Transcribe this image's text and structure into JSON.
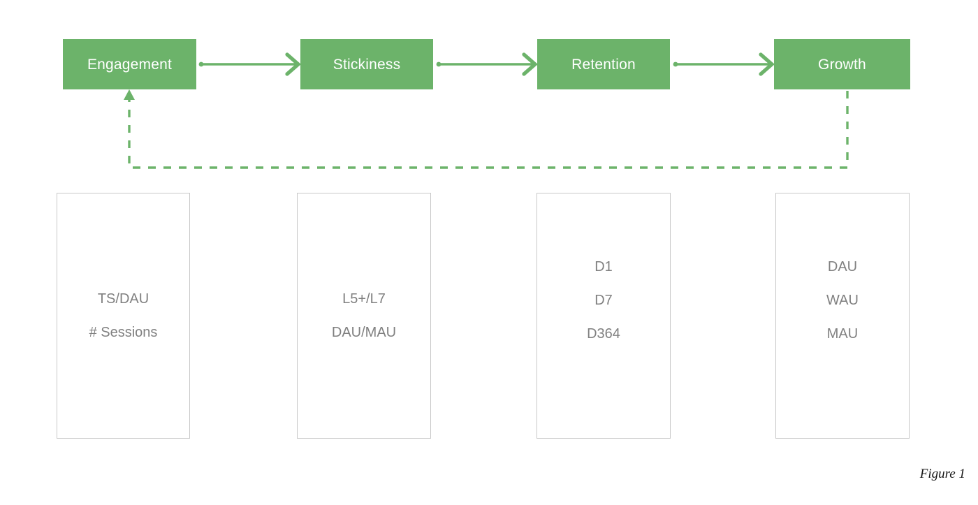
{
  "theme": {
    "stage_fill": "#6cb36a",
    "stage_text": "#ffffff",
    "connector": "#6cb36a",
    "metric_border": "#c8c8c8",
    "metric_text": "#808080",
    "caption_text": "#161616",
    "background": "#ffffff"
  },
  "stages": [
    {
      "id": "engagement",
      "label": "Engagement"
    },
    {
      "id": "stickiness",
      "label": "Stickiness"
    },
    {
      "id": "retention",
      "label": "Retention"
    },
    {
      "id": "growth",
      "label": "Growth"
    }
  ],
  "metric_groups": [
    {
      "id": "engagement-metrics",
      "lines": [
        "TS/DAU",
        "# Sessions"
      ]
    },
    {
      "id": "stickiness-metrics",
      "lines": [
        "L5+/L7",
        "DAU/MAU"
      ]
    },
    {
      "id": "retention-metrics",
      "lines": [
        "D1",
        "D7",
        "D364"
      ]
    },
    {
      "id": "growth-metrics",
      "lines": [
        "DAU",
        "WAU",
        "MAU"
      ]
    }
  ],
  "connectors": [
    {
      "id": "engagement-to-stickiness",
      "style": "solid",
      "from": "engagement",
      "to": "stickiness"
    },
    {
      "id": "stickiness-to-retention",
      "style": "solid",
      "from": "stickiness",
      "to": "retention"
    },
    {
      "id": "retention-to-growth",
      "style": "solid",
      "from": "retention",
      "to": "growth"
    },
    {
      "id": "growth-to-engagement",
      "style": "dashed",
      "from": "growth",
      "to": "engagement"
    }
  ],
  "caption": {
    "text": "Figure 1"
  }
}
